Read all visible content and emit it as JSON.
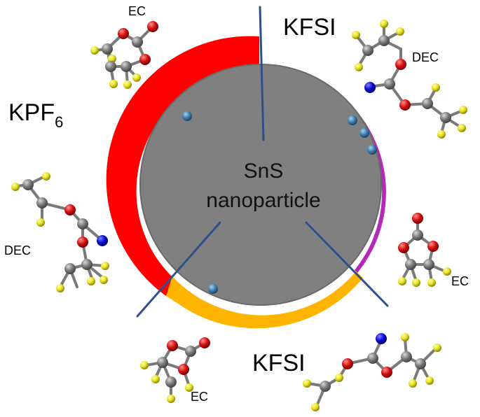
{
  "labels": {
    "kfsi_top": "KFSI",
    "kpf6_main": "KPF",
    "kpf6_sub": "6",
    "kfsi_bottom": "KFSI",
    "center_line1": "SnS",
    "center_line2": "nanoparticle",
    "ec_top": "EC",
    "ec_right": "EC",
    "ec_bottom": "EC",
    "dec_right": "DEC",
    "dec_left": "DEC"
  },
  "colors": {
    "particle": "#808080",
    "particle_edge": "#6a6a6a",
    "kpf6_shell": "#ff0000",
    "kfsi_shell_top": "#b429b8",
    "kfsi_shell_bottom": "#ffb400",
    "divider": "#2f4f8a",
    "ion": "#3f7fb0",
    "carbon": "#7a7a7a",
    "oxygen": "#d41010",
    "fluorine": "#e8e020",
    "nitrogen": "#0a0ad0"
  }
}
